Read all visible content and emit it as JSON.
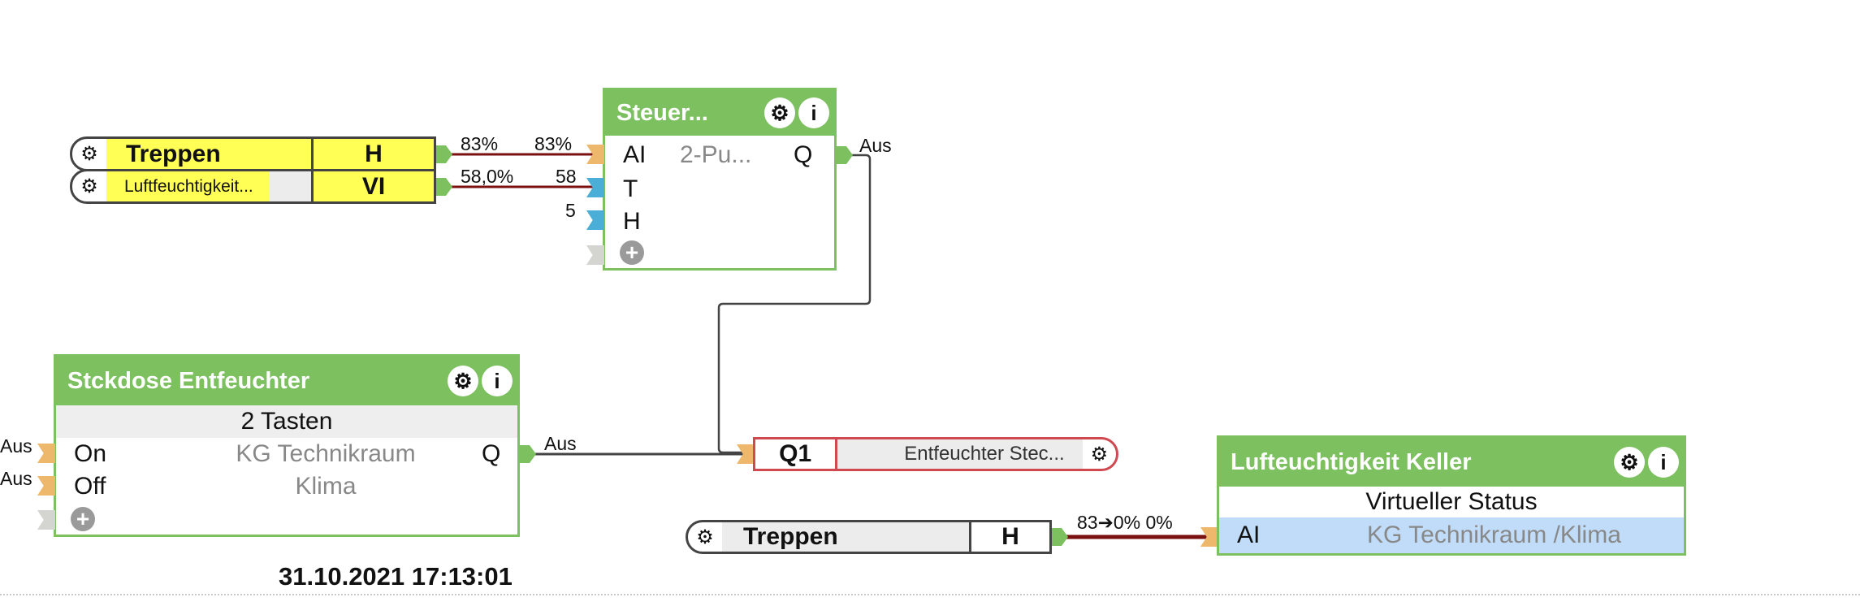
{
  "colors": {
    "block_green": "#7dc060",
    "wire_active": "#7a1010",
    "wire_idle": "#444444",
    "input_orange": "#eeb86c",
    "input_blue": "#4aaed6",
    "highlight_yellow": "#ffff55",
    "row_highlight_blue": "#c0dcf8",
    "output_red": "#d04850"
  },
  "inputs_top": [
    {
      "name": "Treppen",
      "port": "H",
      "icon": "gear-icon"
    },
    {
      "name": "Luftfeuchtigkeit...",
      "port": "VI",
      "icon": "gear-icon"
    }
  ],
  "wires": {
    "w1_src": "83%",
    "w1_dst": "83%",
    "w2_src": "58,0%",
    "w2_dst": "58",
    "h_const": "5",
    "steuer_out": "Aus",
    "stck_in_on": "Aus",
    "stck_in_off": "Aus",
    "stck_out": "Aus",
    "bottom_label": "83➔0% 0%"
  },
  "steuer_block": {
    "title": "Steuer...",
    "subtitle": "2-Pu...",
    "inputs": [
      "AI",
      "T",
      "H"
    ],
    "output": "Q",
    "add_icon": "plus-icon",
    "settings_icon": "gear-icon",
    "info_icon": "info-icon"
  },
  "stckdose_block": {
    "title": "Stckdose Entfeuchter",
    "type_label": "2 Tasten",
    "inputs": [
      "On",
      "Off"
    ],
    "output": "Q",
    "location_line1": "KG Technikraum",
    "location_line2": "Klima",
    "settings_icon": "gear-icon",
    "info_icon": "info-icon"
  },
  "q1_output": {
    "port": "Q1",
    "name": "Entfeuchter Stec...",
    "icon": "gear-icon"
  },
  "treppen_bottom": {
    "name": "Treppen",
    "port": "H",
    "icon": "gear-icon"
  },
  "keller_block": {
    "title": "Lufteuchtigkeit Keller",
    "type_label": "Virtueller Status",
    "input": "AI",
    "location": "KG Technikraum /Klima",
    "settings_icon": "gear-icon",
    "info_icon": "info-icon"
  },
  "timestamp": "31.10.2021 17:13:01"
}
